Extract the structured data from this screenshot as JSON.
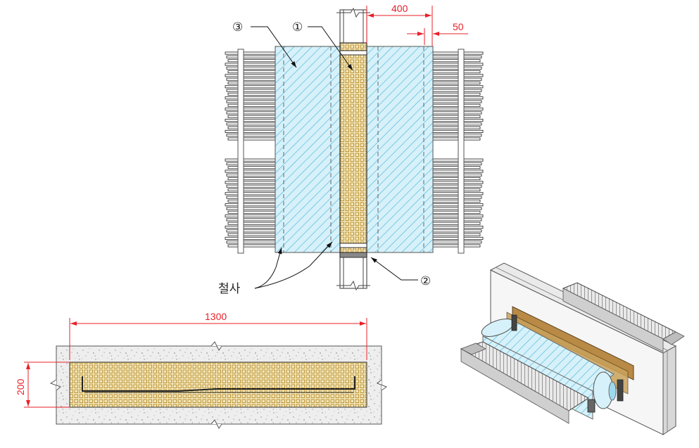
{
  "dimensions": {
    "d400": "400",
    "d50": "50",
    "d1300": "1300",
    "d200": "200"
  },
  "callouts": {
    "c1": "①",
    "c2": "②",
    "c3": "③",
    "wire": "철사"
  },
  "colors": {
    "dimension": "#e8202a",
    "fabric": "#cfeef7",
    "fabric_hatch": "#55b8e0",
    "fill_material": "#f1e4b8",
    "fill_pattern": "#c8a24a",
    "concrete": "#eeeeee",
    "fin_stroke": "#333333"
  }
}
